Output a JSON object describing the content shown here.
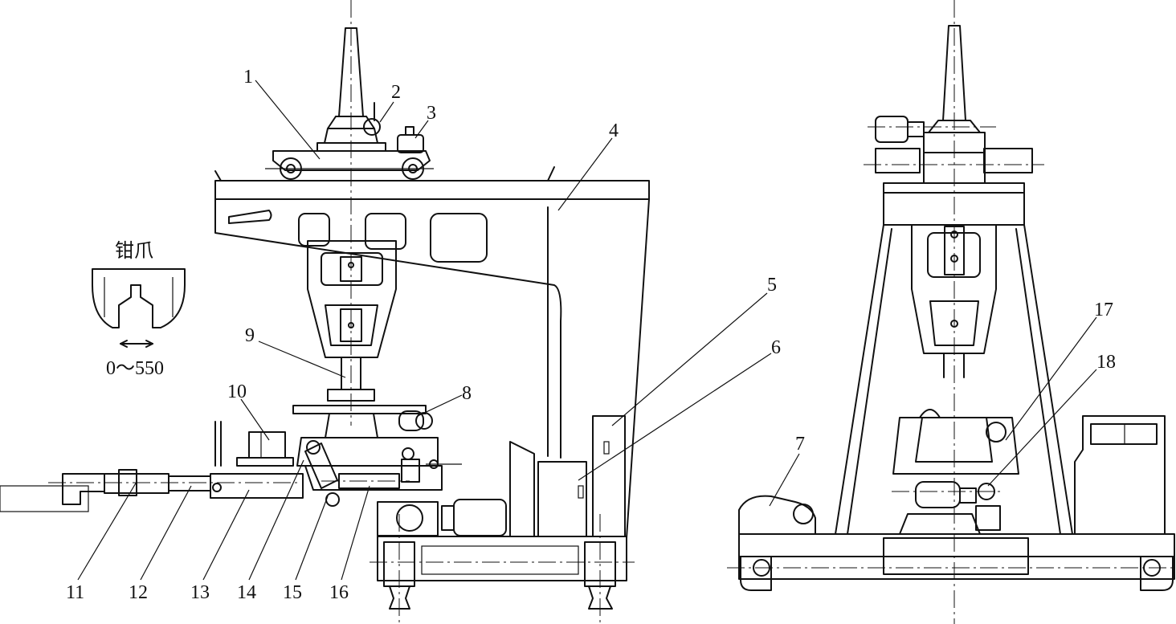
{
  "labels": {
    "l1": "1",
    "l2": "2",
    "l3": "3",
    "l4": "4",
    "l5": "5",
    "l6": "6",
    "l7": "7",
    "l8": "8",
    "l9": "9",
    "l10": "10",
    "l11": "11",
    "l12": "12",
    "l13": "13",
    "l14": "14",
    "l15": "15",
    "l16": "16",
    "l17": "17",
    "l18": "18"
  },
  "inset": {
    "title": "钳爪",
    "range": "0～550"
  }
}
